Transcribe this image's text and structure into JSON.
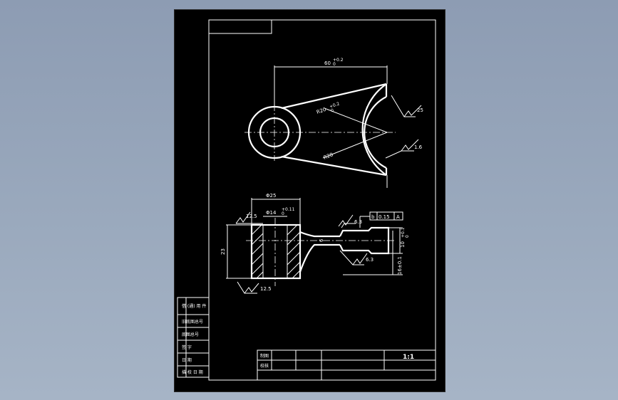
{
  "drawing": {
    "top_view": {
      "overall_width_dim": "60",
      "overall_width_tol": "+0.2\n0",
      "inner_radius_dim": "R20",
      "inner_radius_tol": "+0.2\n0",
      "outer_radius_dim": "R28",
      "roughness_top": "25",
      "roughness_bottom": "1.6"
    },
    "front_view": {
      "hub_diameter_dim": "Φ25",
      "bore_dim": "Φ14",
      "bore_tol": "+0.11\n0",
      "height_dim": "23",
      "roughness_hub_top": "12.5",
      "roughness_hub_bottom": "12.5",
      "arm_thickness": "6",
      "roughness_fork_top": "6.3",
      "roughness_fork_bottom": "6.3",
      "fork_slot_dim": "10",
      "fork_slot_tol": "+0.1\n0",
      "fork_height_dim": "16±0.1",
      "gdt_symbol": "b",
      "gdt_value": "0.15",
      "gdt_datum": "A"
    },
    "title_block": {
      "row1_label": "制图",
      "row2_label": "校核",
      "scale": "1:1"
    },
    "side_table": {
      "rows": [
        "借 (通) 用 件",
        "旧底图总号",
        "底图总号",
        "签 字",
        "日 期",
        "描 校 日 期"
      ]
    }
  }
}
